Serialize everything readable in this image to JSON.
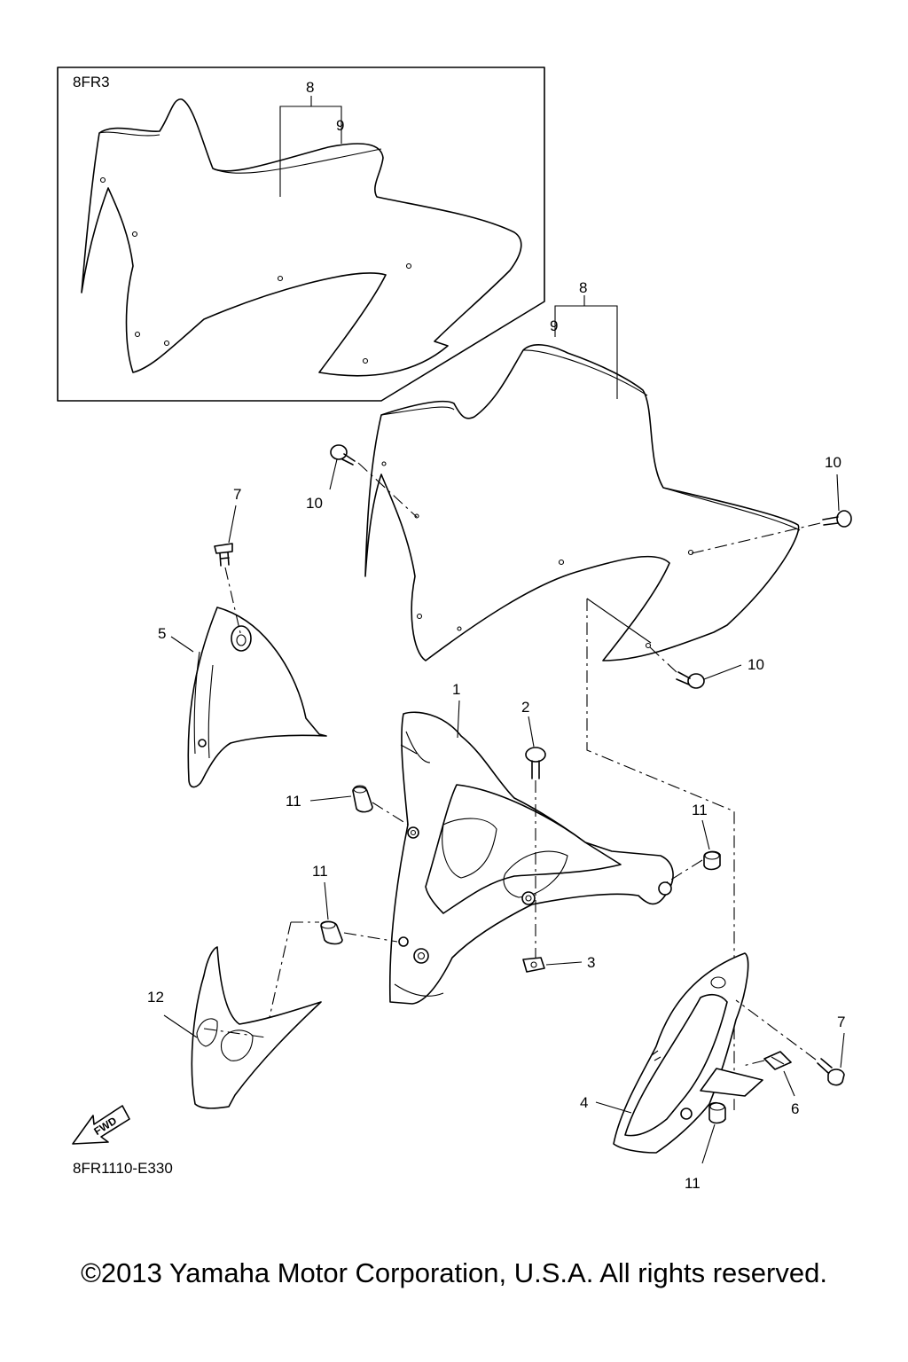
{
  "diagram": {
    "box_label": "8FR3",
    "drawing_code": "8FR1110-E330",
    "fwd_label": "FWD",
    "callouts": {
      "box_8": "8",
      "box_9": "9",
      "main_8": "8",
      "main_9": "9",
      "c1": "1",
      "c2": "2",
      "c3": "3",
      "c4": "4",
      "c5": "5",
      "c6": "6",
      "c7a": "7",
      "c7b": "7",
      "c10a": "10",
      "c10b": "10",
      "c10c": "10",
      "c11a": "11",
      "c11b": "11",
      "c11c": "11",
      "c11d": "11",
      "c12": "12"
    }
  },
  "footer": {
    "copyright": "©2013 Yamaha Motor Corporation, U.S.A. All rights reserved."
  }
}
